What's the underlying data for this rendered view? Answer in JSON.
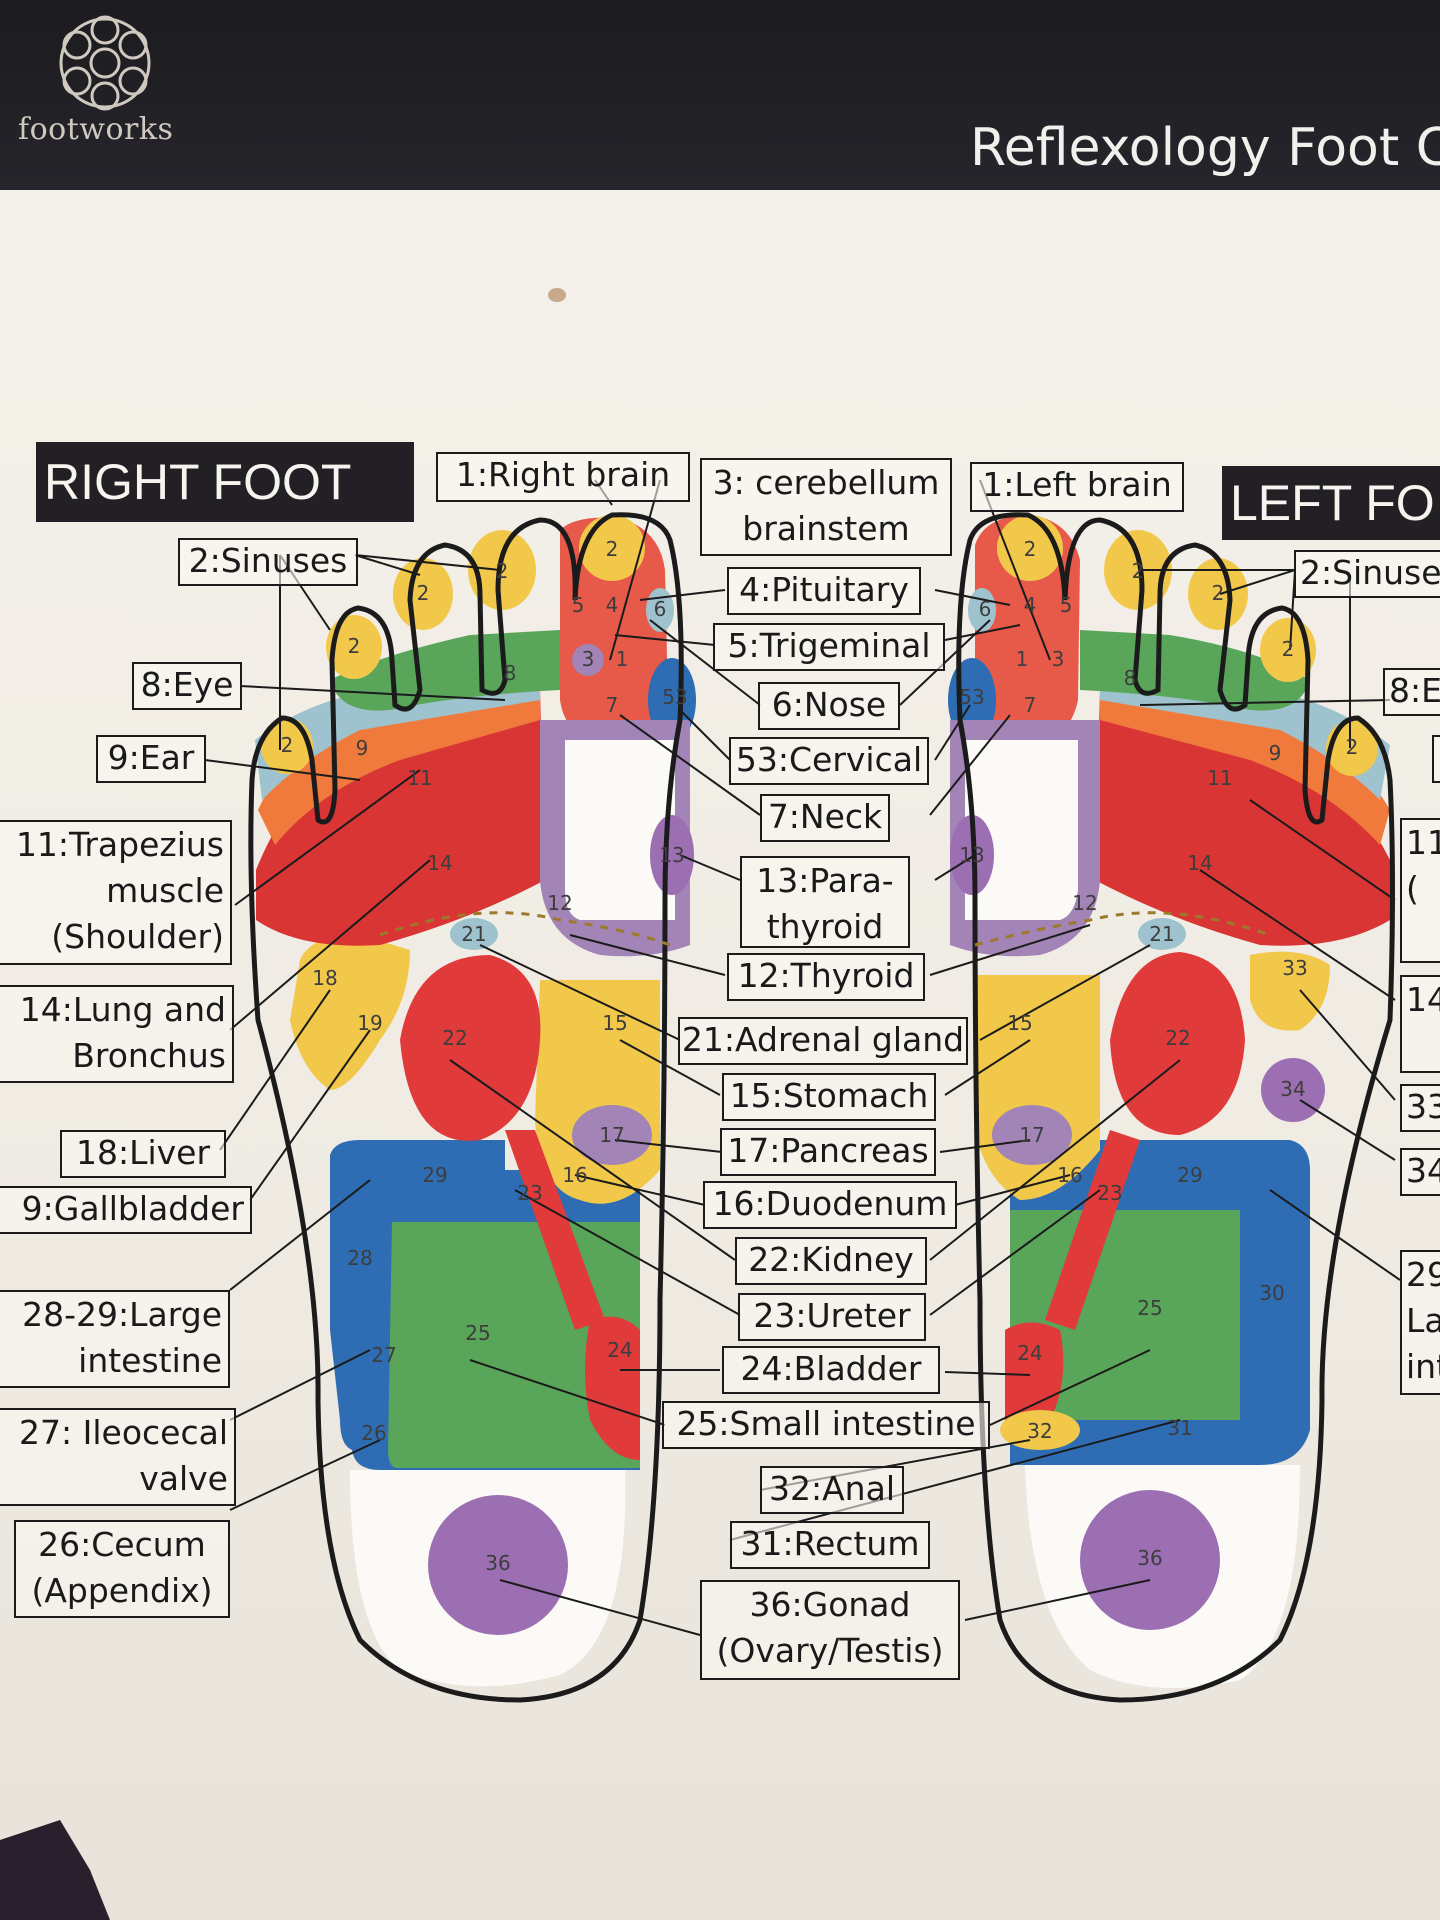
{
  "header": {
    "brand": "footworks",
    "title": "Reflexology Foot C",
    "logo_icon": "flower-mandala-icon"
  },
  "right_foot": {
    "title": "RIGHT FOOT"
  },
  "left_foot": {
    "title": "LEFT FO"
  },
  "center_labels": {
    "right_brain": "1:Right brain",
    "cerebellum": "3: cerebellum brainstem",
    "left_brain": "1:Left brain",
    "pituitary": "4:Pituitary",
    "trigeminal": "5:Trigeminal",
    "nose": "6:Nose",
    "cervical": "53:Cervical",
    "neck": "7:Neck",
    "parathyroid": "13:Para- thyroid",
    "thyroid": "12:Thyroid",
    "adrenal": "21:Adrenal gland",
    "stomach": "15:Stomach",
    "pancreas": "17:Pancreas",
    "duodenum": "16:Duodenum",
    "kidney": "22:Kidney",
    "ureter": "23:Ureter",
    "bladder": "24:Bladder",
    "small_intestine": "25:Small intestine",
    "anal": "32:Anal",
    "rectum": "31:Rectum",
    "gonad": "36:Gonad (Ovary/Testis)"
  },
  "right_labels": {
    "sinuses": "2:Sinuses",
    "eye": "8:Eye",
    "ear": "9:Ear",
    "trapezius": "11:Trapezius muscle (Shoulder)",
    "lung": "14:Lung and Bronchus",
    "liver": "18:Liver",
    "gallbladder": "9:Gallbladder",
    "large_intestine": "28-29:Large intestine",
    "ileocecal": "27: Ileocecal valve",
    "cecum": "26:Cecum (Appendix)"
  },
  "left_labels": {
    "sinuses": "2:Sinuse",
    "eye": "8:E",
    "trapezius": "11 (",
    "lung": "14",
    "l33": "33",
    "l34": "34",
    "large_intestine": "29 La int"
  },
  "zone_numbers": {
    "n1": "1",
    "n2": "2",
    "n3": "3",
    "n4": "4",
    "n5": "5",
    "n6": "6",
    "n7": "7",
    "n8": "8",
    "n9": "9",
    "n11": "11",
    "n12": "12",
    "n13": "13",
    "n14": "14",
    "n15": "15",
    "n16": "16",
    "n17": "17",
    "n18": "18",
    "n19": "19",
    "n21": "21",
    "n22": "22",
    "n23": "23",
    "n24": "24",
    "n25": "25",
    "n26": "26",
    "n27": "27",
    "n28": "28",
    "n29": "29",
    "n30": "30",
    "n31": "31",
    "n32": "32",
    "n33": "33",
    "n34": "34",
    "n36": "36",
    "n53": "53"
  },
  "colors": {
    "yellow": "#f2c84b",
    "green": "#59a55a",
    "light_blue": "#9ec3cf",
    "orange": "#ef7a3c",
    "red": "#e03a3a",
    "purple": "#a284b6",
    "blue": "#2e6db4",
    "dark_outline": "#1b1b1b"
  }
}
